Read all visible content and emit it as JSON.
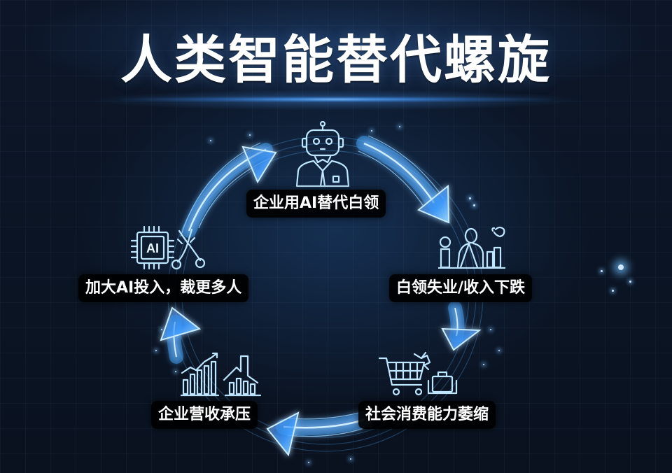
{
  "title": "人类智能替代螺旋",
  "colors": {
    "background": "#0b1320",
    "accent_glow": "#5ab4ff",
    "icon_stroke": "#bfe6ff",
    "label_bg": "#000000",
    "label_text": "#ffffff"
  },
  "cycle": {
    "direction": "clockwise",
    "nodes": [
      {
        "id": "step-1",
        "label": "企业用AI替代白领",
        "icon": "robot-in-suit-icon",
        "position": "top"
      },
      {
        "id": "step-2",
        "label": "白领失业/收入下跌",
        "icon": "unemployed-people-icon",
        "position": "right-upper"
      },
      {
        "id": "step-3",
        "label": "社会消费能力萎缩",
        "icon": "shopping-cart-icon",
        "position": "right-lower"
      },
      {
        "id": "step-4",
        "label": "企业营收承压",
        "icon": "bar-charts-icon",
        "position": "left-lower"
      },
      {
        "id": "step-5",
        "label": "加大AI投入，裁更多人",
        "icon": "ai-chip-scissors-icon",
        "position": "left-upper"
      }
    ],
    "edges": [
      {
        "from": "step-5",
        "to": "step-1"
      },
      {
        "from": "step-1",
        "to": "step-2"
      },
      {
        "from": "step-2",
        "to": "step-3"
      },
      {
        "from": "step-3",
        "to": "step-4"
      },
      {
        "from": "step-4",
        "to": "step-5"
      }
    ]
  },
  "icons": {
    "chip_text": "AI"
  }
}
